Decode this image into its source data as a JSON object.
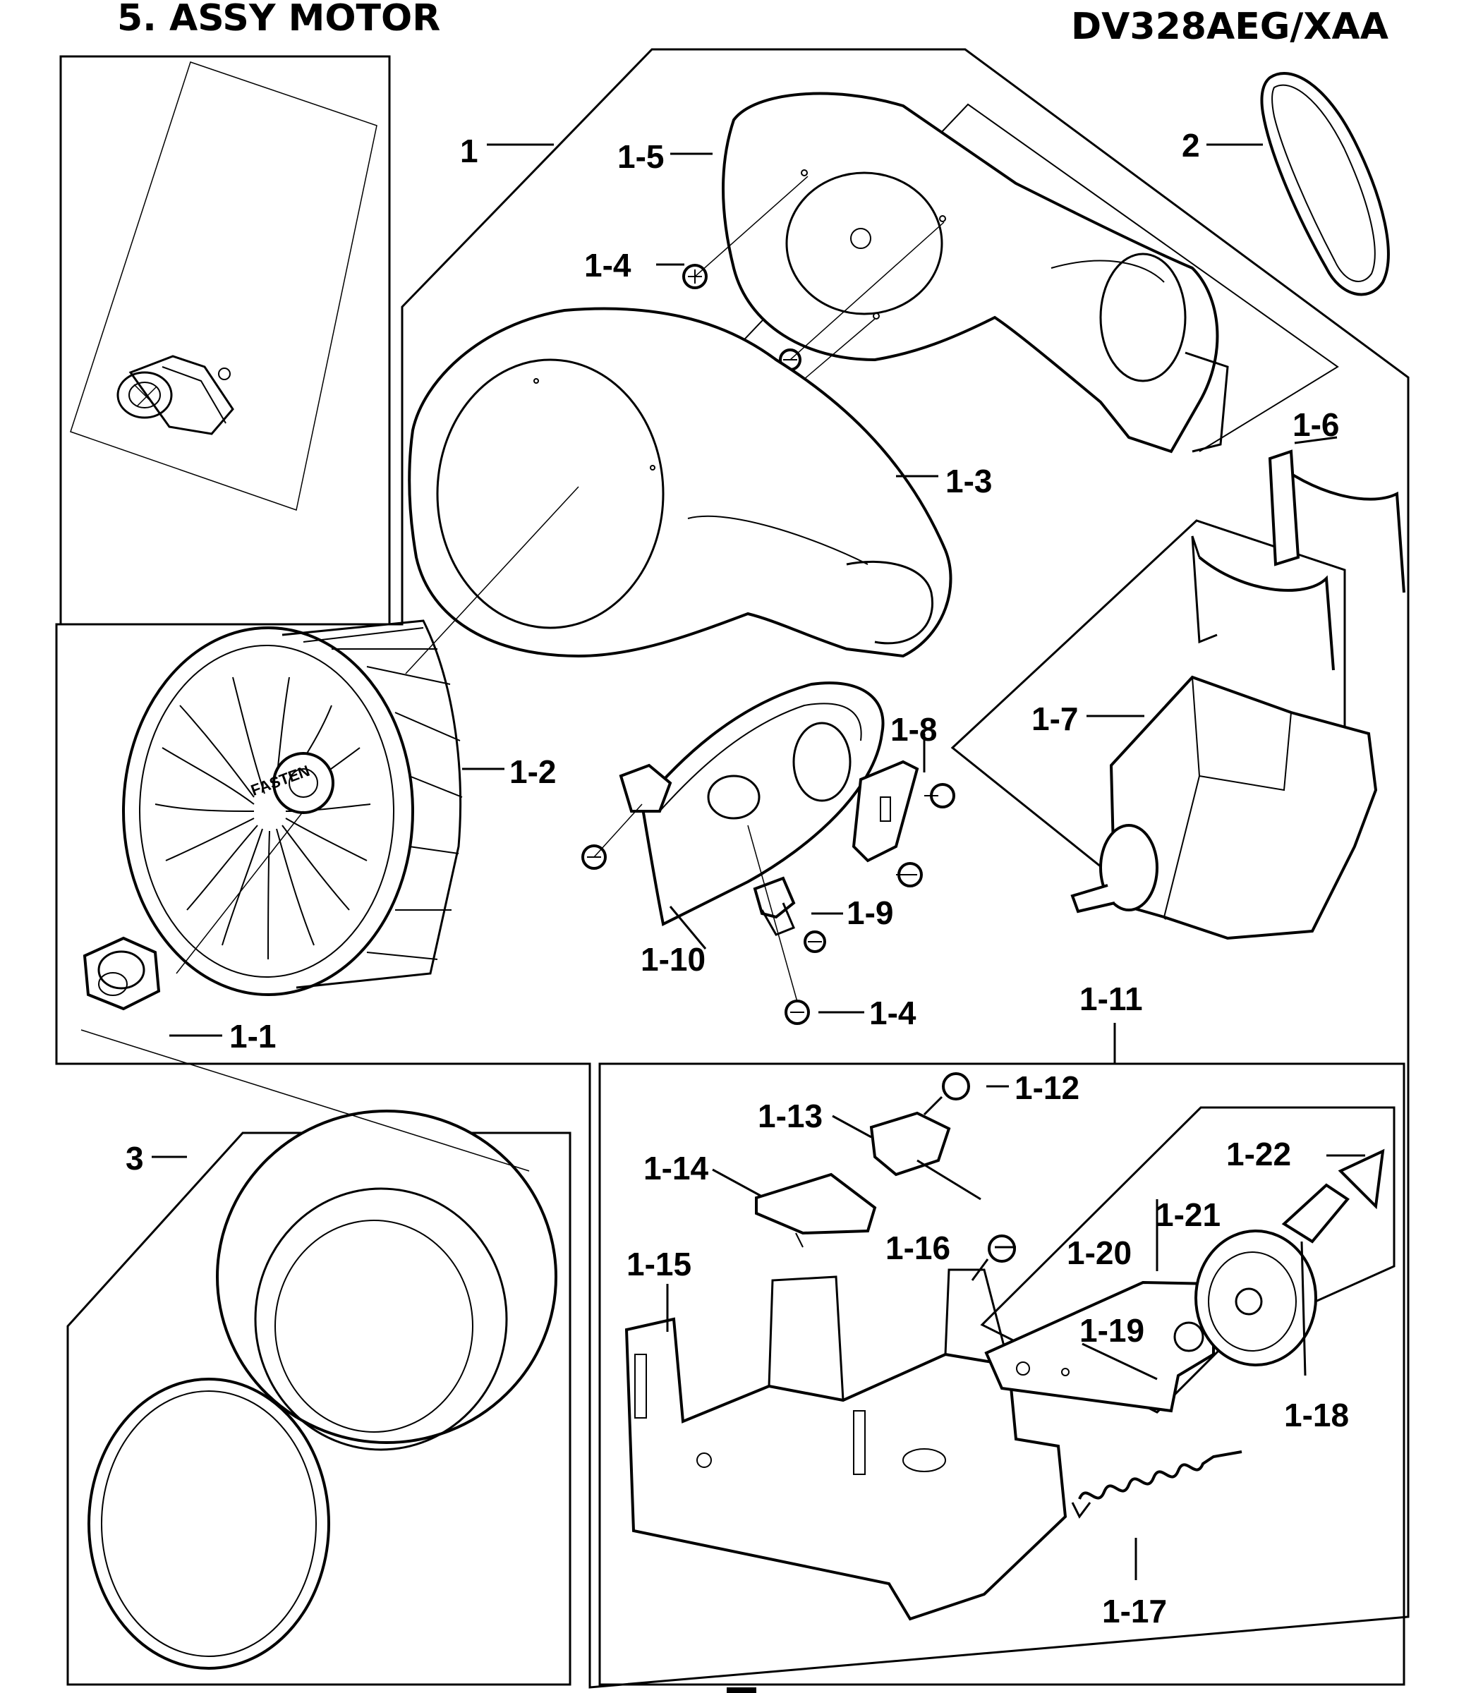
{
  "header": {
    "title": "5. ASSY MOTOR",
    "model": "DV328AEG/XAA"
  },
  "callouts": {
    "c1": "1",
    "c1_1": "1-1",
    "c1_2": "1-2",
    "c1_3": "1-3",
    "c1_4a": "1-4",
    "c1_4b": "1-4",
    "c1_5": "1-5",
    "c1_6": "1-6",
    "c1_7": "1-7",
    "c1_8": "1-8",
    "c1_9": "1-9",
    "c1_10": "1-10",
    "c1_11": "1-11",
    "c1_12": "1-12",
    "c1_13": "1-13",
    "c1_14": "1-14",
    "c1_15": "1-15",
    "c1_16": "1-16",
    "c1_17": "1-17",
    "c1_18": "1-18",
    "c1_19": "1-19",
    "c1_20": "1-20",
    "c1_21": "1-21",
    "c1_22": "1-22",
    "c2": "2",
    "c3": "3"
  },
  "logo_text": "FASTEN"
}
